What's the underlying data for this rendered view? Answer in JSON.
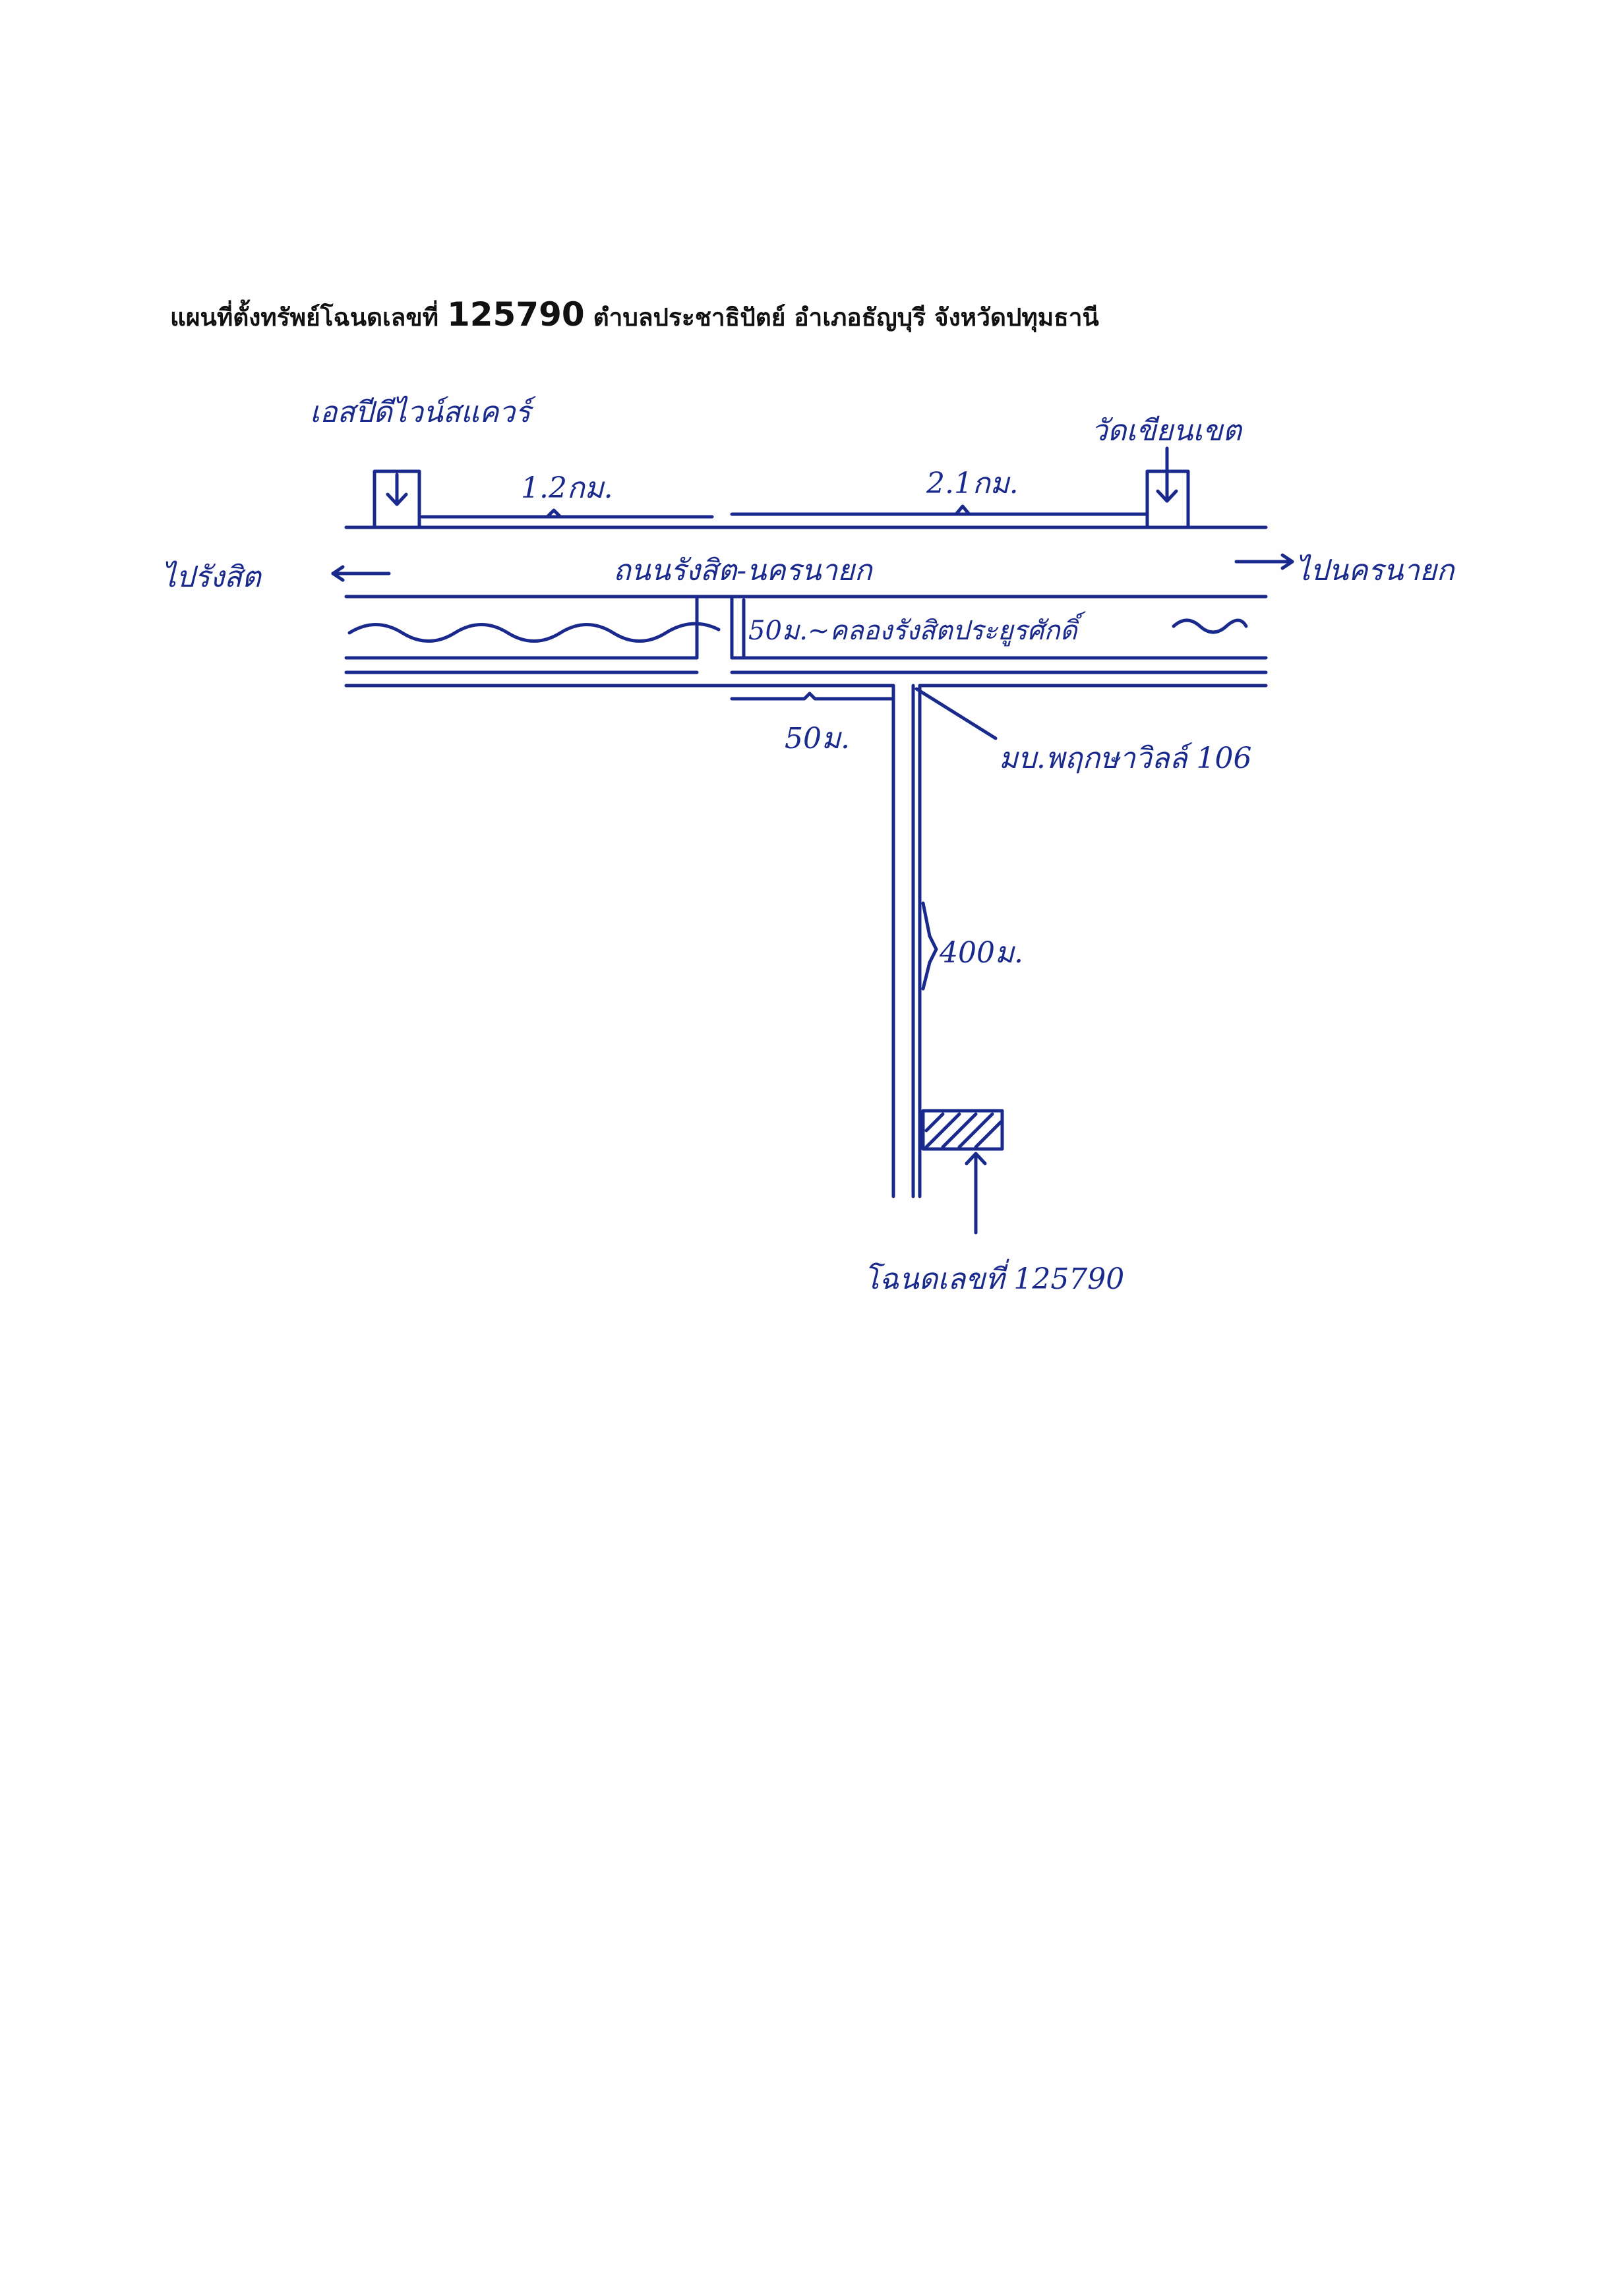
{
  "title": {
    "prefix": "แผนที่ตั้งทรัพย์โฉนดเลขที่",
    "deed_number": "125790",
    "suffix": "ตำบลประชาธิปัตย์ อำเภอธัญบุรี จังหวัดปทุมธานี"
  },
  "labels": {
    "landmark_left": "เอสปีดีไวน์สแควร์",
    "landmark_right": "วัดเขียนเขต",
    "dist_left": "1.2กม.",
    "dist_right": "2.1กม.",
    "to_left": "ไปรังสิต",
    "to_right": "ไปนครนายก",
    "road_name": "ถนนรังสิต-นครนายก",
    "canal": "50ม.~คลองรังสิตประยูรศักดิ์",
    "dist_50": "50ม.",
    "soi_name": "มบ.พฤกษาวิลล์ 106",
    "dist_400": "400ม.",
    "plot_label": "โฉนดเลขที่ 125790"
  },
  "colors": {
    "ink": "#1a2a8c",
    "title": "#111111"
  }
}
